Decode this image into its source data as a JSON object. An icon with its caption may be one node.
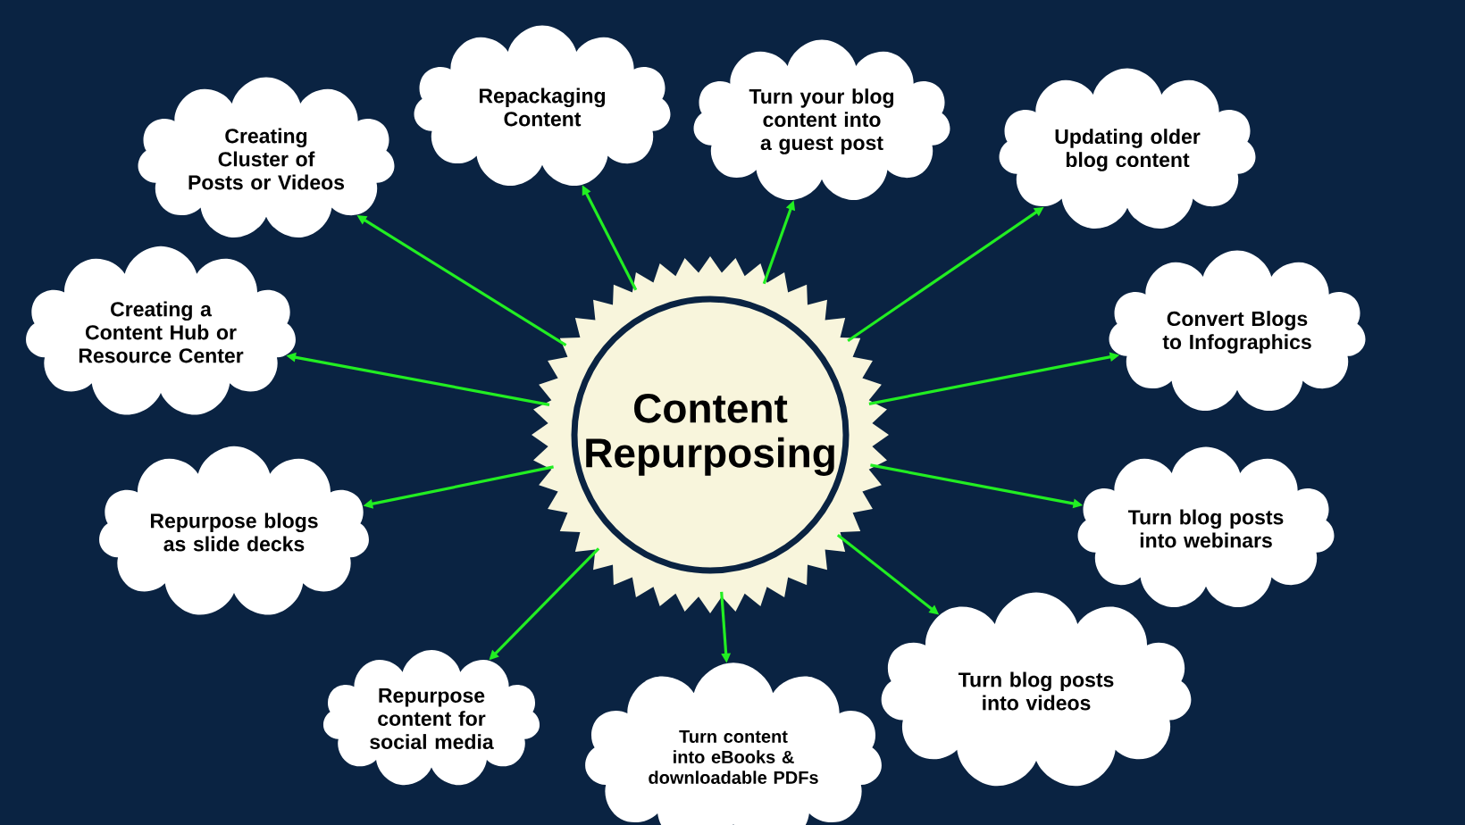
{
  "diagram": {
    "nodes": [
      {
        "text": [
          "Content Repurposing"
        ]
      },
      {
        "text": [
          "Creating Cluster of  Posts or Videos"
        ]
      },
      {
        "text": [
          "Repackaging Content"
        ]
      },
      {
        "text": [
          "Turn your blog content into a guest post"
        ]
      },
      {
        "text": [
          "Updating older blog content"
        ]
      },
      {
        "text": [
          "Creating a Content Hub or Resource Center"
        ]
      },
      {
        "text": [
          "Convert Blogs to Infographics"
        ]
      },
      {
        "text": [
          "Repurpose blogs as slide decks"
        ]
      },
      {
        "text": [
          "Turn blog posts into webinars"
        ]
      },
      {
        "text": [
          "Repurpose content for social media"
        ]
      },
      {
        "text": [
          "Turn content into eBooks & downloadable PDFs"
        ]
      },
      {
        "text": [
          "Turn blog posts into videos"
        ]
      }
    ],
    "edges": [
      {
        "from": 0,
        "to": 1,
        "arrow": "to"
      },
      {
        "from": 0,
        "to": 2,
        "arrow": "to"
      },
      {
        "from": 0,
        "to": 3,
        "arrow": "to"
      },
      {
        "from": 0,
        "to": 4,
        "arrow": "to"
      },
      {
        "from": 0,
        "to": 5,
        "arrow": "to"
      },
      {
        "from": 0,
        "to": 6,
        "arrow": "to"
      },
      {
        "from": 0,
        "to": 7,
        "arrow": "to"
      },
      {
        "from": 0,
        "to": 8,
        "arrow": "to"
      },
      {
        "from": 0,
        "to": 9,
        "arrow": "to"
      },
      {
        "from": 0,
        "to": 10,
        "arrow": "to"
      },
      {
        "from": 0,
        "to": 11,
        "arrow": "to"
      }
    ]
  }
}
